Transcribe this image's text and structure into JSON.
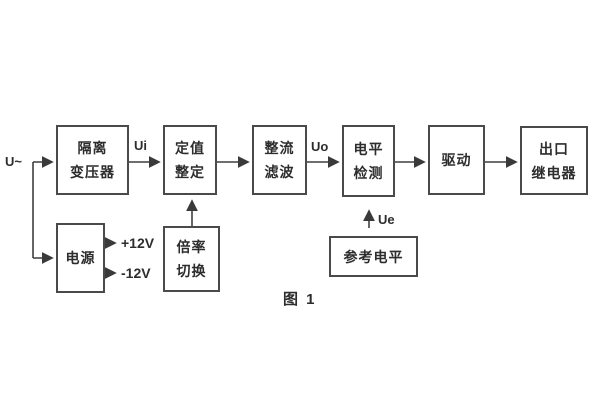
{
  "figure": {
    "caption": "图 1",
    "colors": {
      "background": "#ffffff",
      "line": "#3f3f3f",
      "text": "#2d2d2d"
    }
  },
  "blocks": [
    {
      "id": "isolation-transformer",
      "lines": [
        "隔离",
        "变压器"
      ]
    },
    {
      "id": "setpoint-setting",
      "lines": [
        "定值",
        "整定"
      ]
    },
    {
      "id": "rectify-filter",
      "lines": [
        "整流",
        "滤波"
      ]
    },
    {
      "id": "level-detect",
      "lines": [
        "电平",
        "检测"
      ]
    },
    {
      "id": "drive",
      "lines": [
        "驱动"
      ]
    },
    {
      "id": "output-relay",
      "lines": [
        "出口",
        "继电器"
      ]
    },
    {
      "id": "power-supply",
      "lines": [
        "电源"
      ]
    },
    {
      "id": "ratio-switch",
      "lines": [
        "倍率",
        "切换"
      ]
    },
    {
      "id": "reference-level",
      "lines": [
        "参考电平"
      ]
    }
  ],
  "labels": {
    "input": "U~",
    "ui": "Ui",
    "uo": "Uo",
    "ue": "Ue",
    "plus12v": "+12V",
    "minus12v": "-12V"
  }
}
